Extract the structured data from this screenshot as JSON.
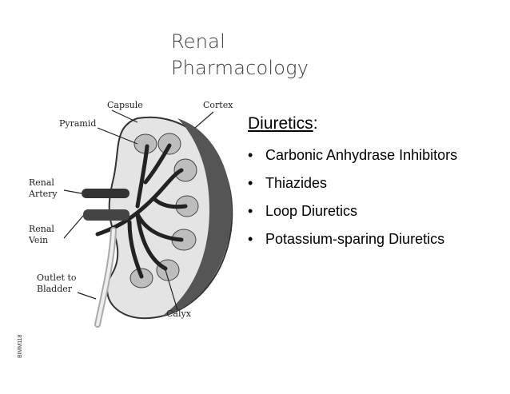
{
  "slide": {
    "title_line1": "Renal",
    "title_line2": "Pharmacology",
    "heading_word": "Diuretics",
    "heading_colon": ":",
    "bullet_glyph": "•",
    "bullets": [
      "Carbonic Anhydrase Inhibitors",
      "Thiazides",
      "Loop Diuretics",
      "Potassium-sparing Diuretics"
    ],
    "side_label": "BIMM118"
  },
  "diagram": {
    "labels": {
      "capsule": "Capsule",
      "cortex": "Cortex",
      "pyramid": "Pyramid",
      "renal_artery_1": "Renal",
      "renal_artery_2": "Artery",
      "renal_vein_1": "Renal",
      "renal_vein_2": "Vein",
      "outlet_1": "Outlet to",
      "outlet_2": "Bladder",
      "calyx": "Calyx"
    }
  }
}
